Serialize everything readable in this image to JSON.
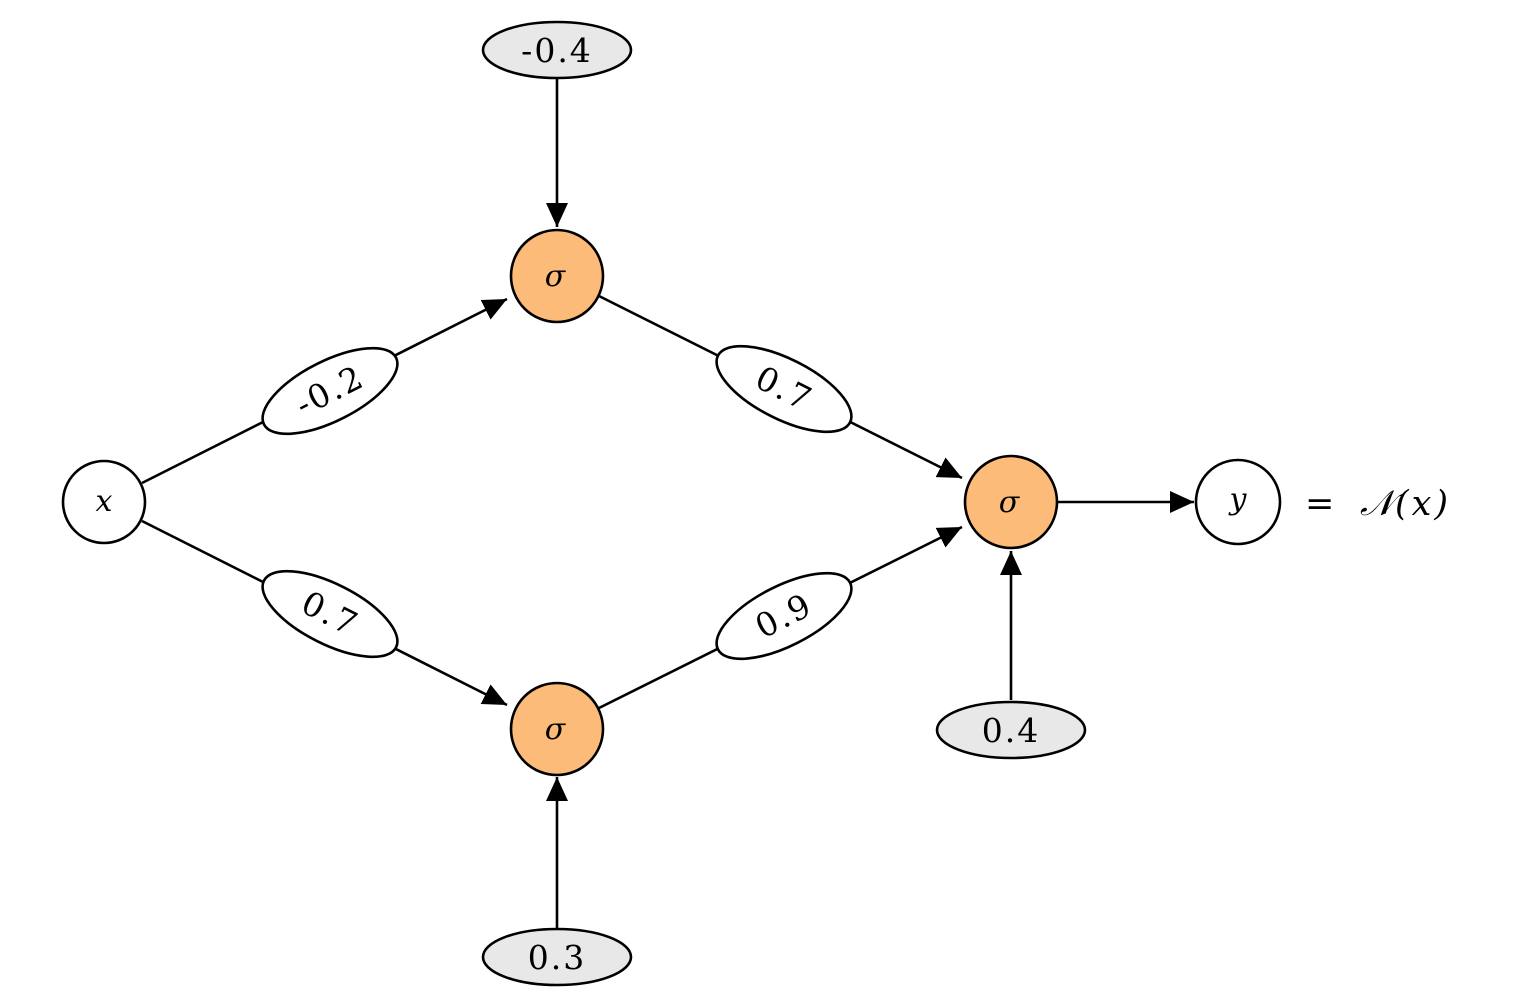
{
  "colors": {
    "neuron_fill": "#FDBB7A",
    "bias_fill": "#E8E8E8",
    "stroke": "#000000"
  },
  "nodes": {
    "input": "x",
    "hidden_top": "σ",
    "hidden_bottom": "σ",
    "output_neuron": "σ",
    "output": "y"
  },
  "biases": {
    "hidden_top": "-0.4",
    "hidden_bottom": "0.3",
    "output_neuron": "0.4"
  },
  "weights": {
    "x_to_top": "-0.2",
    "x_to_bottom": "0.7",
    "top_to_out": "0.7",
    "bottom_to_out": "0.9"
  },
  "equation": {
    "equals": "=",
    "network": "𝒩",
    "argument": "(x)"
  }
}
